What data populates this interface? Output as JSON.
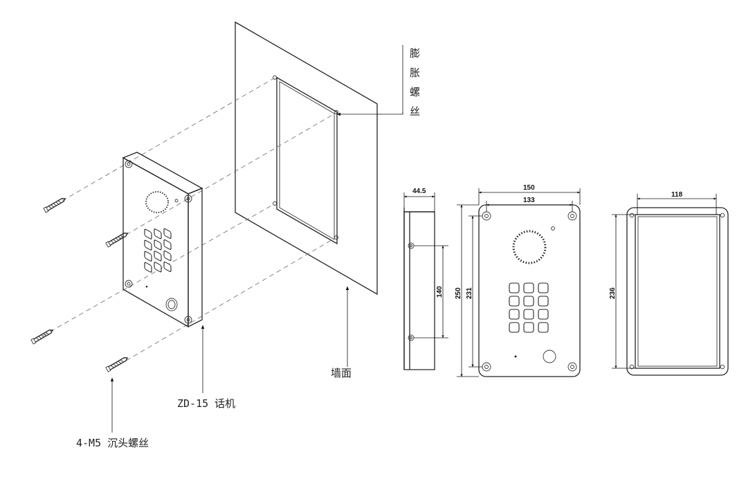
{
  "labels": {
    "expansion_screw": [
      "膨",
      "胀",
      "螺",
      "丝"
    ],
    "wall": "墙面",
    "phone": "ZD-15 话机",
    "screws": "4-M5 沉头螺丝"
  },
  "dimensions": {
    "side_depth": "44.5",
    "side_hole_spacing": "140",
    "front_width": "150",
    "front_hole_width": "133",
    "front_height": "250",
    "front_hole_height": "231",
    "back_width": "118",
    "back_height": "236"
  }
}
